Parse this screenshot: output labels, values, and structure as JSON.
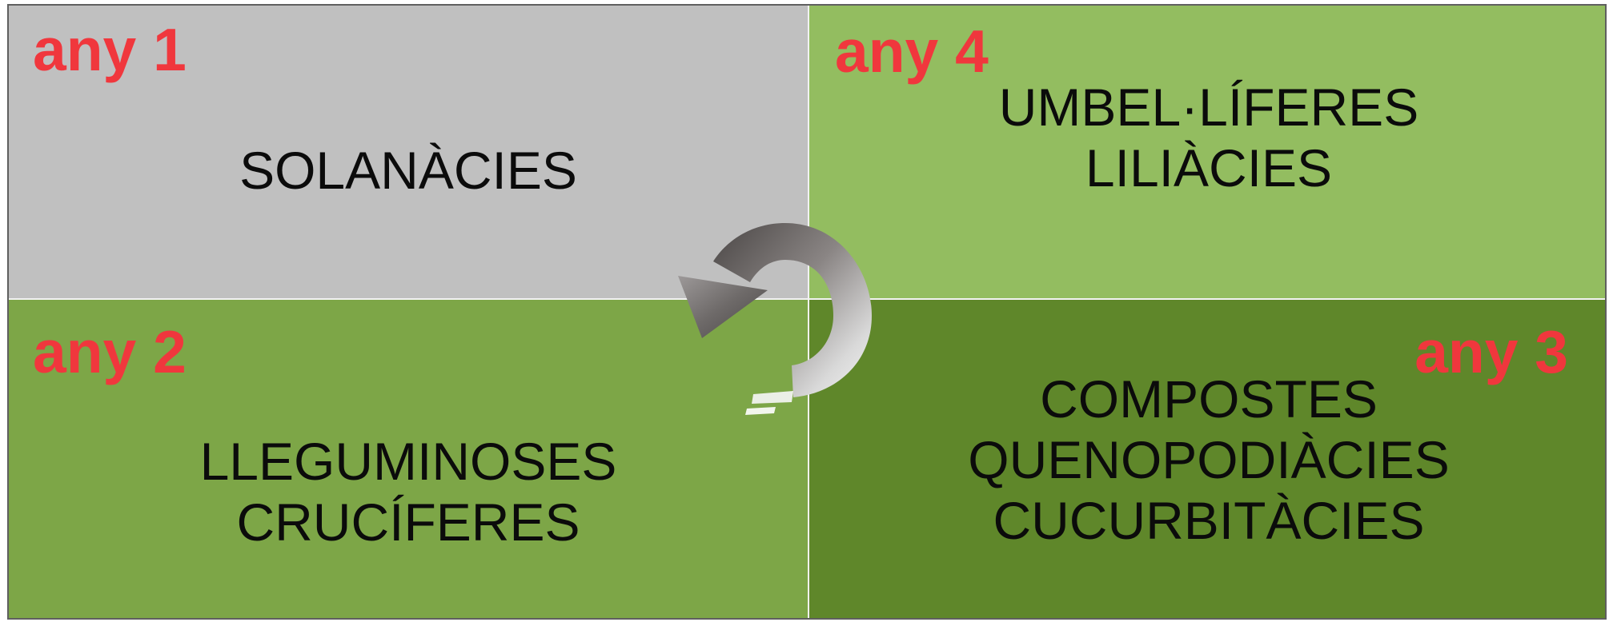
{
  "diagram": {
    "quadrants": [
      {
        "year": "any 1",
        "families": [
          "SOLANÀCIES"
        ],
        "color": "#c0c0c0"
      },
      {
        "year": "any 2",
        "families": [
          "LLEGUMINOSES",
          "CRUCÍFERES"
        ],
        "color": "#7da647"
      },
      {
        "year": "any 3",
        "families": [
          "COMPOSTES",
          "QUENOPODIÀCIES",
          "CUCURBITÀCIES"
        ],
        "color": "#5f872a"
      },
      {
        "year": "any 4",
        "families": [
          "UMBEL·LÍFERES",
          "LILIÀCIES"
        ],
        "color": "#93bd60"
      }
    ],
    "year_label_color": "#f0373d",
    "arrow_icon": "counterclockwise-rotation-arrow-icon"
  }
}
